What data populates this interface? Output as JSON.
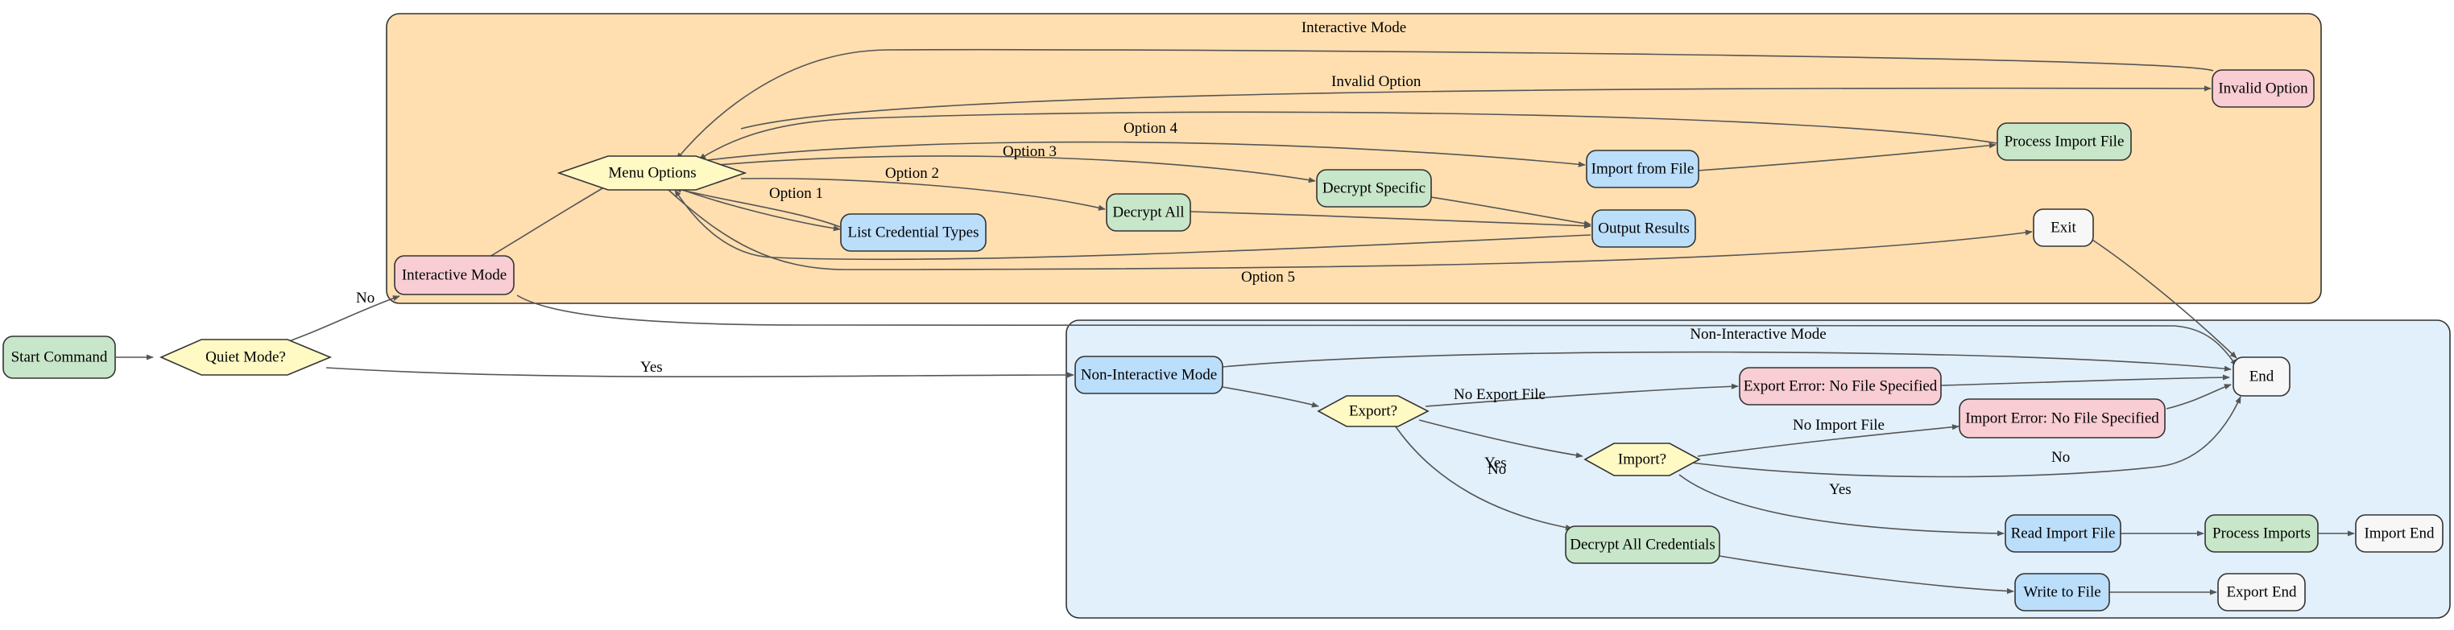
{
  "clusters": {
    "interactive": {
      "label": "Interactive Mode",
      "fill": "#FFDFB0"
    },
    "noninteractive": {
      "label": "Non-Interactive Mode",
      "fill": "#E2F0FB"
    }
  },
  "colors": {
    "green": "#C8E6C9",
    "blue": "#BBDEFB",
    "pink": "#F8CDD3",
    "yellow": "#FFF9C4",
    "white": "#F7F7F7",
    "edge": "#555555"
  },
  "nodes": {
    "start": {
      "label": "Start Command",
      "color": "green"
    },
    "quiet": {
      "label": "Quiet Mode?",
      "color": "yellow"
    },
    "imode": {
      "label": "Interactive Mode",
      "color": "pink"
    },
    "menu": {
      "label": "Menu Options",
      "color": "yellow"
    },
    "listcred": {
      "label": "List Credential Types",
      "color": "blue"
    },
    "decall": {
      "label": "Decrypt All",
      "color": "green"
    },
    "decspec": {
      "label": "Decrypt Specific",
      "color": "green"
    },
    "impfile": {
      "label": "Import from File",
      "color": "blue"
    },
    "outres": {
      "label": "Output Results",
      "color": "blue"
    },
    "procimp": {
      "label": "Process Import File",
      "color": "green"
    },
    "invalid": {
      "label": "Invalid Option",
      "color": "pink"
    },
    "exit": {
      "label": "Exit",
      "color": "white"
    },
    "end": {
      "label": "End",
      "color": "white"
    },
    "nimode": {
      "label": "Non-Interactive Mode",
      "color": "blue"
    },
    "export": {
      "label": "Export?",
      "color": "yellow"
    },
    "experr": {
      "label": "Export Error: No File Specified",
      "color": "pink"
    },
    "import": {
      "label": "Import?",
      "color": "yellow"
    },
    "imperr": {
      "label": "Import Error: No File Specified",
      "color": "pink"
    },
    "decallcred": {
      "label": "Decrypt All Credentials",
      "color": "green"
    },
    "readimp": {
      "label": "Read Import File",
      "color": "blue"
    },
    "procimps": {
      "label": "Process Imports",
      "color": "green"
    },
    "impend": {
      "label": "Import End",
      "color": "white"
    },
    "writefile": {
      "label": "Write to File",
      "color": "blue"
    },
    "expend": {
      "label": "Export End",
      "color": "white"
    }
  },
  "edge_labels": {
    "no": "No",
    "yes": "Yes",
    "option1": "Option 1",
    "option2": "Option 2",
    "option3": "Option 3",
    "option4": "Option 4",
    "option5": "Option 5",
    "invalid_option": "Invalid Option",
    "no_export_file": "No Export File",
    "export_no": "No",
    "export_yes": "Yes",
    "no_import_file": "No Import File",
    "import_no": "No",
    "import_yes": "Yes"
  }
}
